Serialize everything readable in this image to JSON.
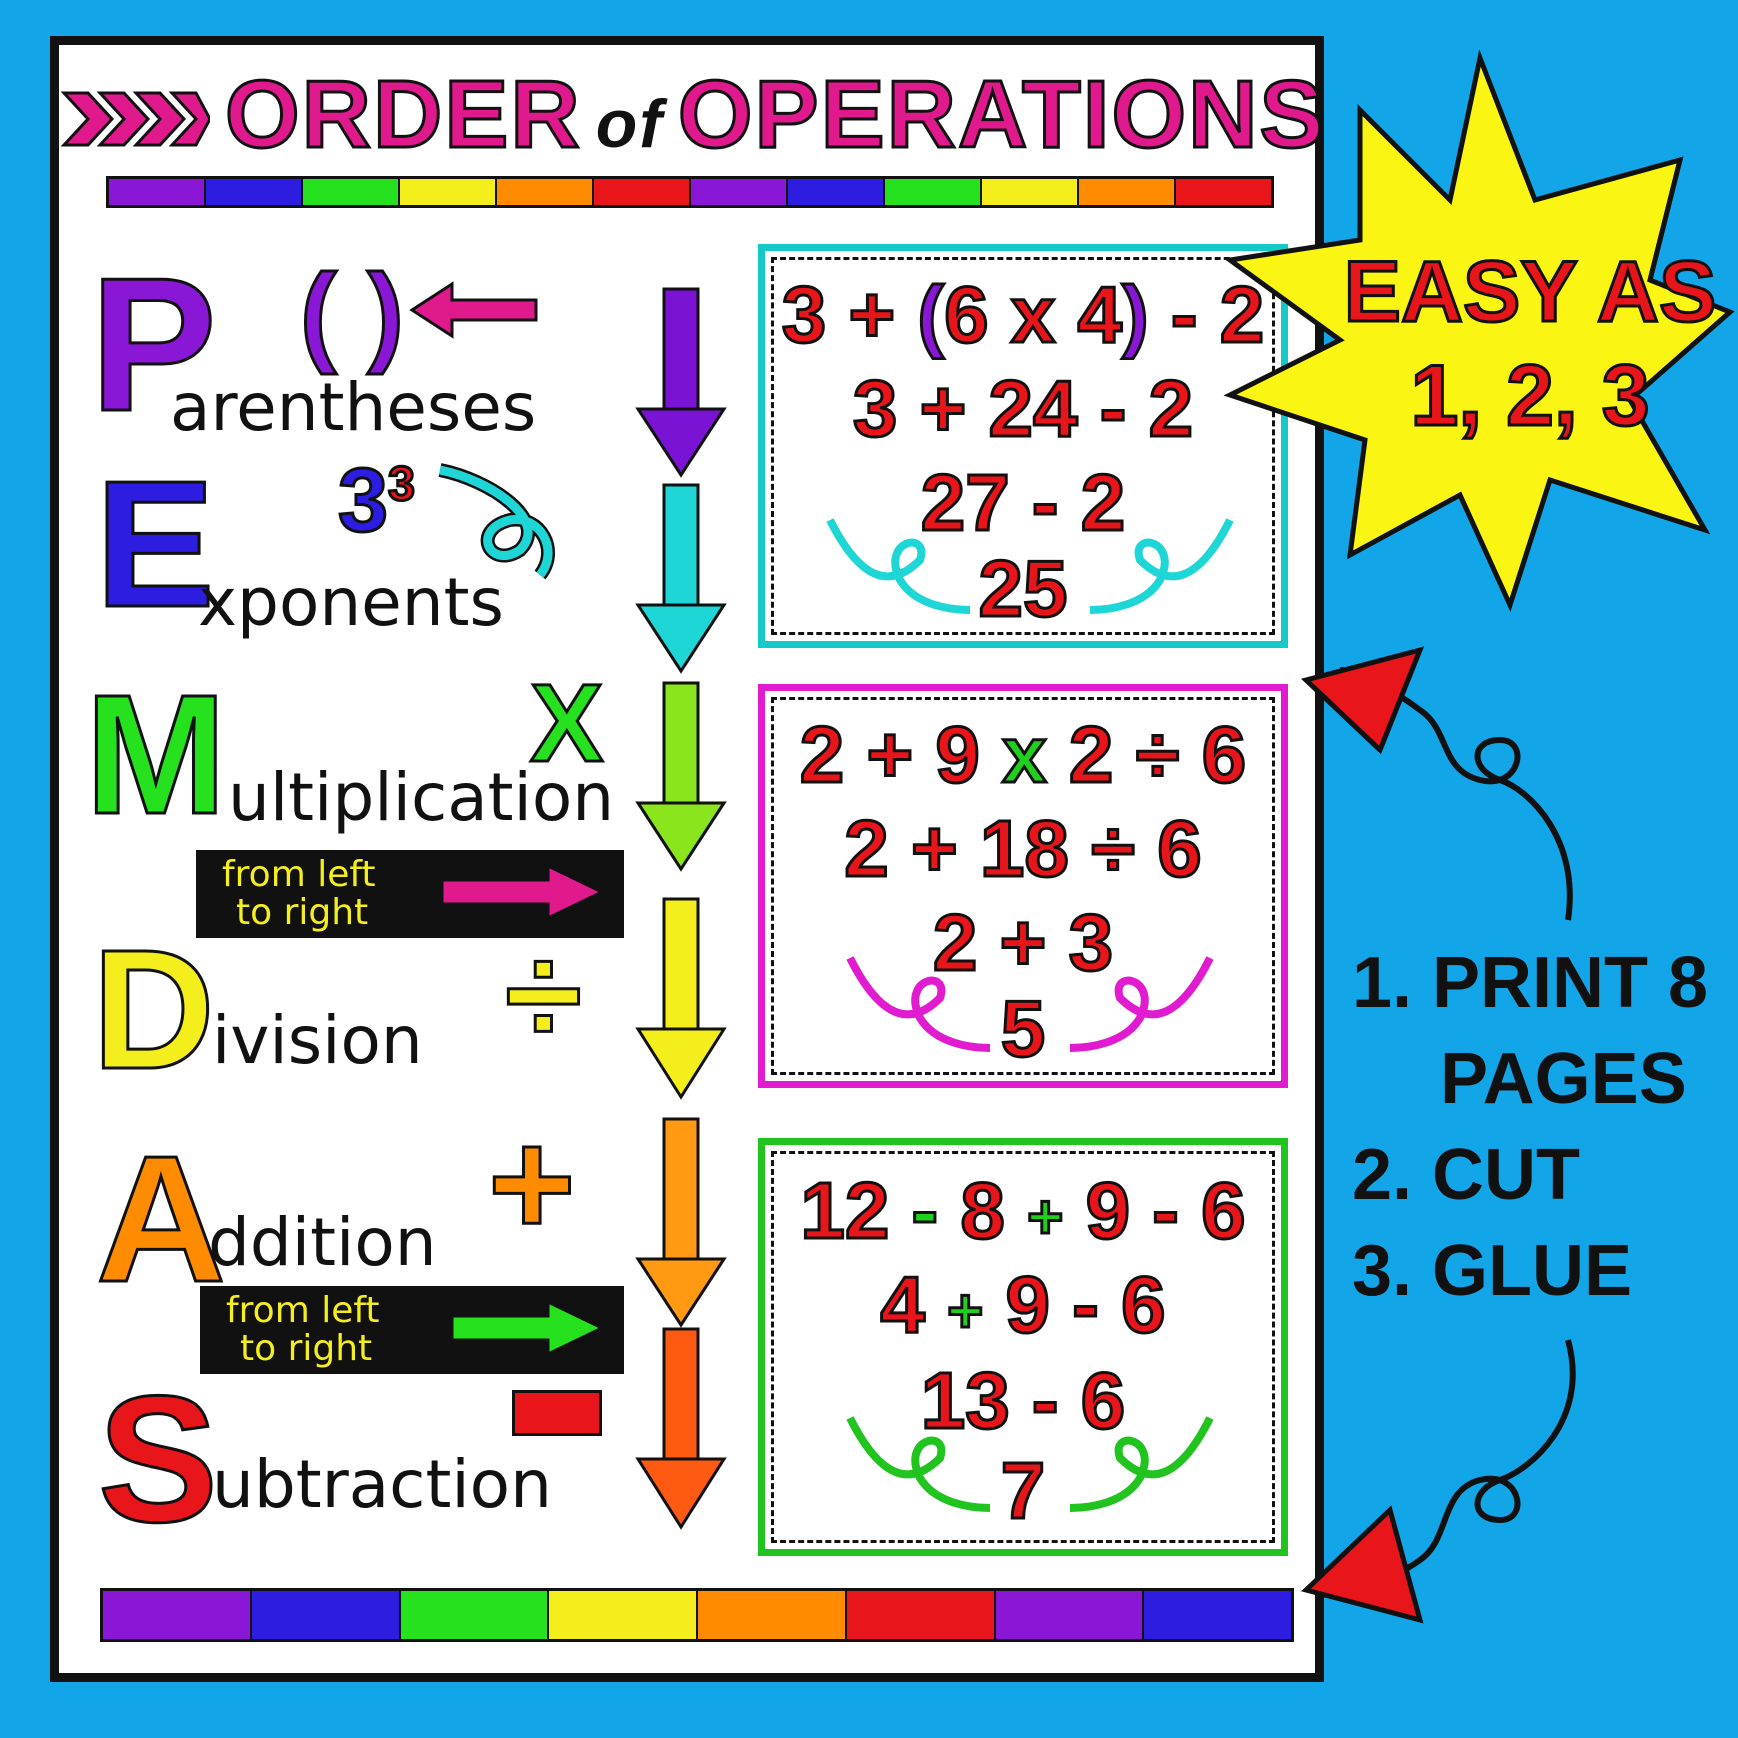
{
  "title": {
    "first": "ORDER",
    "middle": "of",
    "last": "OPERATIONS"
  },
  "steps_left": [
    {
      "letter": "P",
      "rest": "arentheses",
      "color": "#8a17d6",
      "symbol": "( )"
    },
    {
      "letter": "E",
      "rest": "xponents",
      "color": "#2d1de0",
      "symbol_base": "3",
      "symbol_exp": "3"
    },
    {
      "letter": "M",
      "rest": "ultiplication",
      "color": "#26e21e",
      "symbol": "X"
    },
    {
      "letter": "D",
      "rest": "ivision",
      "color": "#f4ee1c",
      "symbol": "÷"
    },
    {
      "letter": "A",
      "rest": "ddition",
      "color": "#ff8c00",
      "symbol": "+"
    },
    {
      "letter": "S",
      "rest": "ubtraction",
      "color": "#e8161b",
      "symbol": "-"
    }
  ],
  "left_to_right": {
    "line1": "from left",
    "line2": "to right"
  },
  "examples": [
    {
      "border": "#16c9c9",
      "lines": [
        {
          "a": "3 + ",
          "p1": "(",
          "b": "6 x 4",
          "p2": ")",
          "c": " - 2"
        },
        {
          "text": "3 + 24 - 2"
        },
        {
          "text": "27 - 2"
        },
        {
          "text": "25"
        }
      ]
    },
    {
      "border": "#e01bd0",
      "lines": [
        {
          "a": "2 + 9 ",
          "x": "x",
          "b": " 2 ÷ 6"
        },
        {
          "text": "2 + 18 ÷ 6"
        },
        {
          "text": "2 + 3"
        },
        {
          "text": "5"
        }
      ]
    },
    {
      "border": "#21c41f",
      "lines": [
        {
          "a": "12 ",
          "m": "-",
          "b": " 8 ",
          "pl": "+",
          "c": " 9 - 6"
        },
        {
          "a": "4 ",
          "pl": "+",
          "b": " 9 - 6"
        },
        {
          "text": "13 - 6"
        },
        {
          "text": "7"
        }
      ]
    }
  ],
  "badge": {
    "line1": "EASY AS",
    "line2": "1, 2, 3"
  },
  "instructions": [
    {
      "num": "1.",
      "text": "PRINT 8",
      "cont": "PAGES"
    },
    {
      "num": "2.",
      "text": "CUT"
    },
    {
      "num": "3.",
      "text": "GLUE"
    }
  ],
  "stripe_colors": [
    "#8a17d6",
    "#2d1de0",
    "#26e21e",
    "#f4ee1c",
    "#ff8c00",
    "#e8161b"
  ],
  "arrow_colors": [
    "#7b13d4",
    "#1fd6d6",
    "#8ae51c",
    "#f4ee1c",
    "#ff9a12",
    "#ff5a12"
  ]
}
